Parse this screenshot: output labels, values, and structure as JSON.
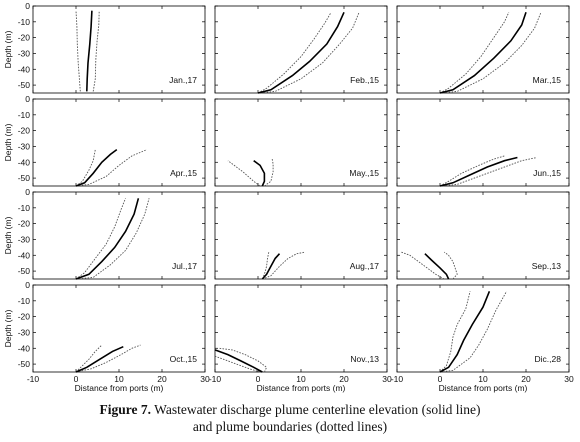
{
  "caption": {
    "label": "Figure 7.",
    "line1": "Wastewater discharge plume centerline elevation (solid line)",
    "line2": "and plume boundaries (dotted lines)"
  },
  "axes": {
    "ylabel": "Depth (m)",
    "xlabel": "Distance from ports (m)",
    "xlim": [
      -10,
      30
    ],
    "ylim": [
      -55,
      0
    ],
    "xticks": [
      "-10",
      "0",
      "10",
      "20",
      "30"
    ],
    "yticks": [
      "0",
      "-10",
      "-20",
      "-30",
      "-40",
      "-50"
    ]
  },
  "colors": {
    "centerline": "#000000",
    "boundary": "#555555",
    "frame": "#000000"
  },
  "chart_data": {
    "type": "line",
    "grid": false,
    "panels": [
      {
        "label": "Jan.,17",
        "center": [
          [
            2.5,
            -54
          ],
          [
            2.6,
            -46
          ],
          [
            2.8,
            -36
          ],
          [
            3.2,
            -24
          ],
          [
            3.5,
            -13
          ],
          [
            3.7,
            -3
          ]
        ],
        "upper": [
          [
            4,
            -54
          ],
          [
            4.5,
            -46
          ],
          [
            4.6,
            -34
          ],
          [
            4.9,
            -22
          ],
          [
            5.3,
            -12
          ],
          [
            5.4,
            -3
          ]
        ],
        "lower": [
          [
            1,
            -54
          ],
          [
            0.8,
            -46
          ],
          [
            0.5,
            -36
          ],
          [
            0.3,
            -24
          ],
          [
            0.2,
            -13
          ],
          [
            0,
            -3
          ]
        ]
      },
      {
        "label": "Feb.,15",
        "center": [
          [
            0,
            -55
          ],
          [
            3,
            -53
          ],
          [
            8,
            -44
          ],
          [
            12,
            -35
          ],
          [
            16,
            -24
          ],
          [
            18.5,
            -13
          ],
          [
            20,
            -4
          ]
        ],
        "upper": [
          [
            0,
            -55
          ],
          [
            4,
            -54
          ],
          [
            10,
            -46
          ],
          [
            15,
            -36
          ],
          [
            19,
            -24
          ],
          [
            22,
            -14
          ],
          [
            23.5,
            -4
          ]
        ],
        "lower": [
          [
            0,
            -55
          ],
          [
            2,
            -52
          ],
          [
            6,
            -43
          ],
          [
            10,
            -32
          ],
          [
            13,
            -21
          ],
          [
            15.5,
            -11
          ],
          [
            17,
            -4
          ]
        ]
      },
      {
        "label": "Mar.,15",
        "center": [
          [
            0,
            -55
          ],
          [
            3,
            -53
          ],
          [
            8,
            -44
          ],
          [
            12.5,
            -33
          ],
          [
            16.5,
            -22
          ],
          [
            19,
            -12
          ],
          [
            20,
            -4
          ]
        ],
        "upper": [
          [
            0,
            -55
          ],
          [
            4,
            -54
          ],
          [
            10,
            -46
          ],
          [
            15,
            -36
          ],
          [
            19,
            -25
          ],
          [
            22,
            -14
          ],
          [
            23.5,
            -4
          ]
        ],
        "lower": [
          [
            0,
            -55
          ],
          [
            2,
            -52
          ],
          [
            6,
            -43
          ],
          [
            9.5,
            -32
          ],
          [
            12.5,
            -20
          ],
          [
            15,
            -10
          ],
          [
            16,
            -4
          ]
        ]
      },
      {
        "label": "Apr.,15",
        "center": [
          [
            0,
            -55
          ],
          [
            2,
            -53
          ],
          [
            4,
            -47
          ],
          [
            6,
            -40
          ],
          [
            8,
            -35
          ],
          [
            9.5,
            -32
          ]
        ],
        "upper": [
          [
            0,
            -55
          ],
          [
            3,
            -54
          ],
          [
            7,
            -49
          ],
          [
            10,
            -42
          ],
          [
            13,
            -36
          ],
          [
            16.5,
            -32
          ]
        ],
        "lower": [
          [
            0,
            -55
          ],
          [
            1.5,
            -52
          ],
          [
            3,
            -45
          ],
          [
            4,
            -39
          ],
          [
            4.5,
            -32
          ]
        ]
      },
      {
        "label": "May.,15",
        "center": [
          [
            1,
            -55
          ],
          [
            1.5,
            -52
          ],
          [
            1.5,
            -47
          ],
          [
            0.5,
            -42
          ],
          [
            -1,
            -39
          ]
        ],
        "upper": [
          [
            1.5,
            -55
          ],
          [
            3,
            -52
          ],
          [
            3.5,
            -46
          ],
          [
            3.5,
            -41
          ],
          [
            3.3,
            -38
          ]
        ],
        "lower": [
          [
            0.5,
            -55
          ],
          [
            -1,
            -52
          ],
          [
            -3.5,
            -46
          ],
          [
            -5.5,
            -42
          ],
          [
            -7,
            -39
          ]
        ]
      },
      {
        "label": "Jun.,15",
        "center": [
          [
            0,
            -55
          ],
          [
            3,
            -53
          ],
          [
            7,
            -48
          ],
          [
            11,
            -43
          ],
          [
            15,
            -39
          ],
          [
            18,
            -37
          ]
        ],
        "upper": [
          [
            0,
            -55
          ],
          [
            4,
            -54
          ],
          [
            9,
            -49
          ],
          [
            14,
            -44
          ],
          [
            19,
            -39
          ],
          [
            22.5,
            -37
          ]
        ],
        "lower": [
          [
            0,
            -55
          ],
          [
            2,
            -52
          ],
          [
            5,
            -47
          ],
          [
            9,
            -42
          ],
          [
            12.5,
            -38
          ],
          [
            15,
            -36
          ]
        ]
      },
      {
        "label": "Jul.,17",
        "center": [
          [
            0,
            -55
          ],
          [
            3,
            -52
          ],
          [
            6,
            -44
          ],
          [
            9,
            -35
          ],
          [
            11.5,
            -25
          ],
          [
            13.5,
            -14
          ],
          [
            14.5,
            -4
          ]
        ],
        "upper": [
          [
            0,
            -55
          ],
          [
            4,
            -54
          ],
          [
            8,
            -46
          ],
          [
            11.5,
            -37
          ],
          [
            14,
            -26
          ],
          [
            16,
            -14
          ],
          [
            17,
            -4
          ]
        ],
        "lower": [
          [
            0,
            -55
          ],
          [
            2,
            -51
          ],
          [
            4.5,
            -42
          ],
          [
            7,
            -33
          ],
          [
            9,
            -22
          ],
          [
            10.5,
            -11
          ],
          [
            11.5,
            -4
          ]
        ]
      },
      {
        "label": "Aug.,17",
        "center": [
          [
            1,
            -55
          ],
          [
            2,
            -52
          ],
          [
            3,
            -47
          ],
          [
            4,
            -42
          ],
          [
            5,
            -39
          ]
        ],
        "upper": [
          [
            1,
            -55
          ],
          [
            3,
            -53
          ],
          [
            5,
            -47
          ],
          [
            7,
            -42
          ],
          [
            9,
            -39
          ],
          [
            11,
            -38
          ]
        ],
        "lower": [
          [
            1,
            -55
          ],
          [
            1.5,
            -52
          ],
          [
            2,
            -47
          ],
          [
            2.2,
            -42
          ],
          [
            2.5,
            -38
          ]
        ]
      },
      {
        "label": "Sep.,13",
        "center": [
          [
            2,
            -55
          ],
          [
            1.5,
            -52
          ],
          [
            0,
            -48
          ],
          [
            -2,
            -43
          ],
          [
            -3.5,
            -39
          ]
        ],
        "upper": [
          [
            3,
            -55
          ],
          [
            4,
            -52
          ],
          [
            3.5,
            -48
          ],
          [
            3,
            -44
          ],
          [
            2,
            -40
          ],
          [
            1,
            -38
          ]
        ],
        "lower": [
          [
            1,
            -55
          ],
          [
            -1,
            -52
          ],
          [
            -3,
            -48
          ],
          [
            -5,
            -44
          ],
          [
            -7,
            -40
          ],
          [
            -9,
            -38
          ]
        ]
      },
      {
        "label": "Oct.,15",
        "center": [
          [
            0,
            -55
          ],
          [
            2.5,
            -52
          ],
          [
            5.5,
            -47
          ],
          [
            8.5,
            -42
          ],
          [
            11,
            -39
          ]
        ],
        "upper": [
          [
            0,
            -55
          ],
          [
            3.5,
            -53
          ],
          [
            7,
            -49
          ],
          [
            10.5,
            -44
          ],
          [
            13,
            -40
          ],
          [
            15,
            -38
          ]
        ],
        "lower": [
          [
            0,
            -55
          ],
          [
            1.5,
            -51
          ],
          [
            3,
            -47
          ],
          [
            4.5,
            -42
          ],
          [
            6,
            -38
          ]
        ]
      },
      {
        "label": "Nov.,13",
        "center": [
          [
            1,
            -55
          ],
          [
            -1,
            -52
          ],
          [
            -4,
            -48
          ],
          [
            -7,
            -44
          ],
          [
            -10,
            -41
          ]
        ],
        "upper": [
          [
            1.5,
            -55
          ],
          [
            2,
            -52
          ],
          [
            0,
            -48
          ],
          [
            -3,
            -44
          ],
          [
            -6,
            -41
          ],
          [
            -9,
            -40
          ]
        ],
        "lower": [
          [
            0.5,
            -55
          ],
          [
            -2,
            -53
          ],
          [
            -5,
            -50
          ],
          [
            -8,
            -47
          ],
          [
            -10,
            -45
          ]
        ]
      },
      {
        "label": "Dic.,28",
        "center": [
          [
            0,
            -55
          ],
          [
            2,
            -52
          ],
          [
            4,
            -44
          ],
          [
            5.5,
            -35
          ],
          [
            7.5,
            -25
          ],
          [
            10,
            -14
          ],
          [
            11.5,
            -4
          ]
        ],
        "upper": [
          [
            0,
            -55
          ],
          [
            3,
            -54
          ],
          [
            7,
            -46
          ],
          [
            9,
            -38
          ],
          [
            11,
            -28
          ],
          [
            13,
            -16
          ],
          [
            15.5,
            -4
          ]
        ],
        "lower": [
          [
            0,
            -55
          ],
          [
            1.5,
            -51
          ],
          [
            2.5,
            -42
          ],
          [
            3,
            -33
          ],
          [
            4,
            -25
          ],
          [
            6,
            -15
          ],
          [
            7,
            -4
          ]
        ]
      }
    ]
  }
}
